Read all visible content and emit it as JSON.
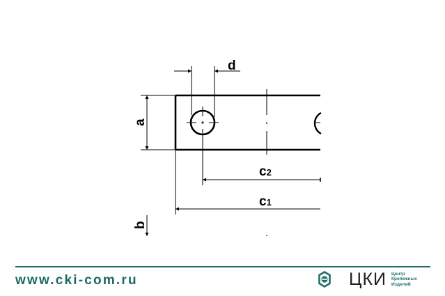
{
  "drawing": {
    "labels": {
      "d": "d",
      "a": "a",
      "b": "b",
      "c2_main": "c",
      "c2_sub": "2",
      "c1_main": "c",
      "c1_sub": "1"
    },
    "line_color": "#000000"
  },
  "footer": {
    "url": "www.cki-com.ru",
    "accent_color": "#1f6f68",
    "logo": {
      "icon": "hexagon-logo-icon",
      "main": "ЦКИ",
      "sub_lines": [
        "Центр",
        "Крепежных",
        "Изделий"
      ]
    }
  }
}
